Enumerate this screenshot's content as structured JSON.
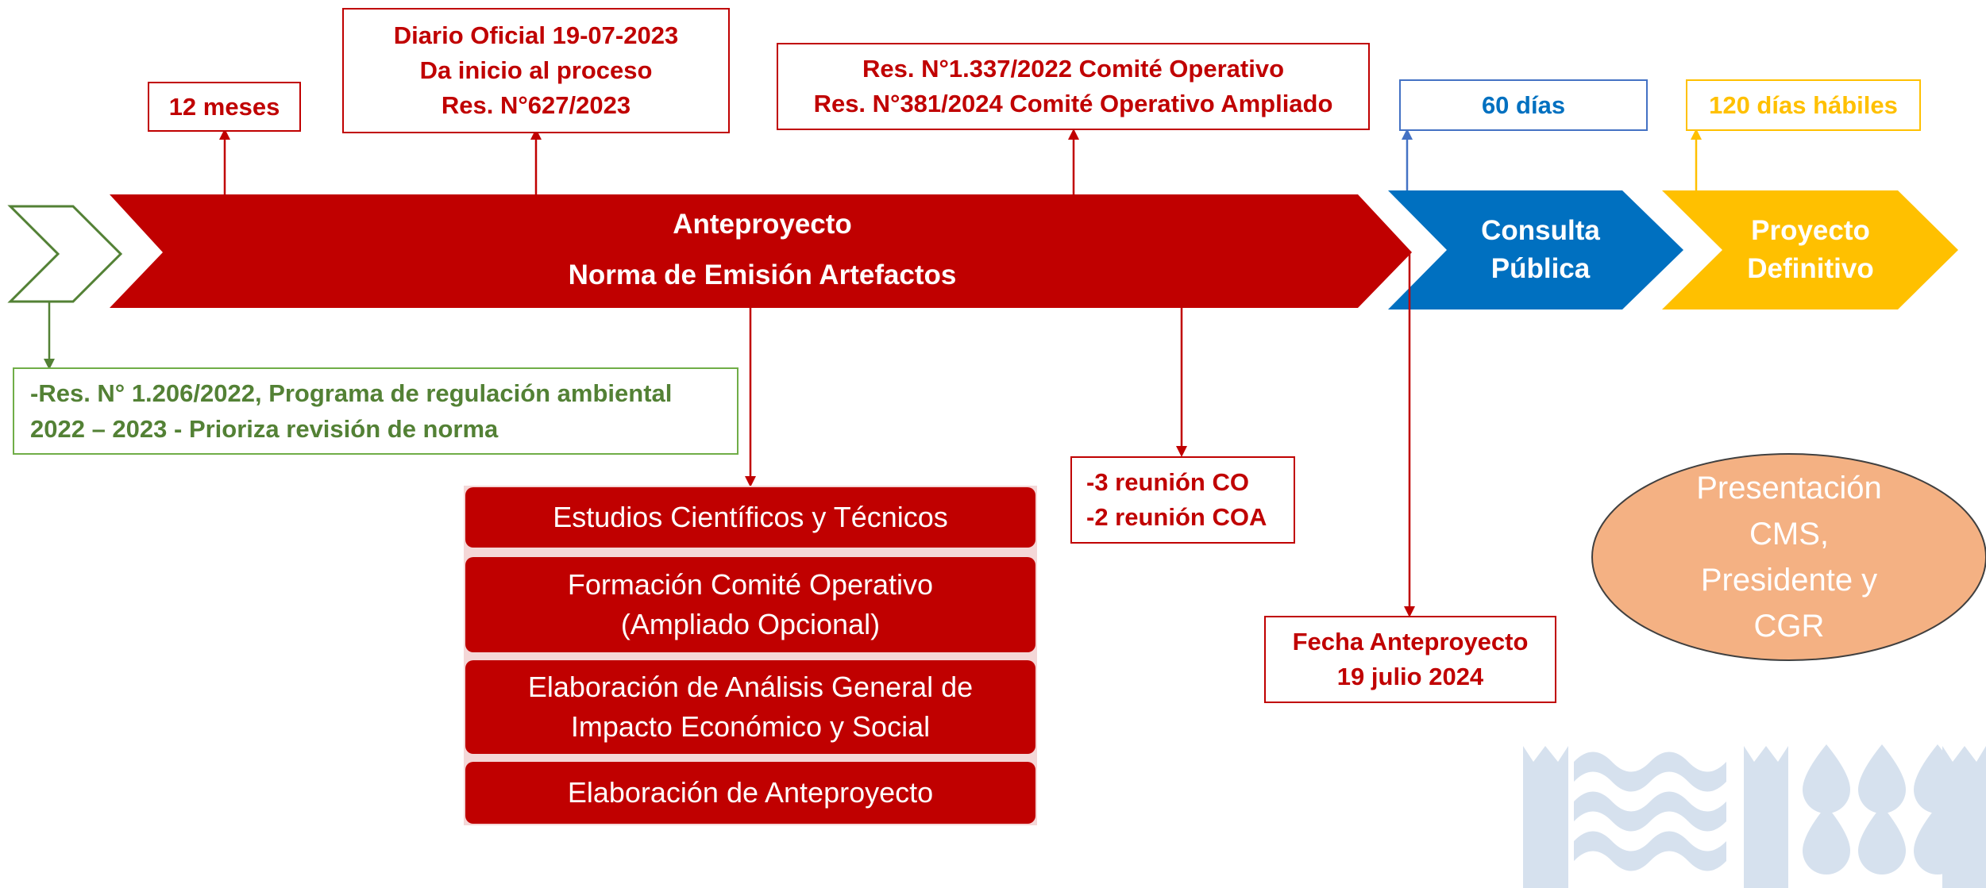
{
  "boxes": {
    "meses": "12 meses",
    "diario": [
      "Diario Oficial 19-07-2023",
      "Da inicio al proceso",
      "Res. N°627/2023"
    ],
    "res_comite": [
      "Res. N°1.337/2022 Comité Operativo",
      "Res. N°381/2024 Comité Operativo Ampliado"
    ],
    "dias60": "60 días",
    "dias120": "120 días hábiles",
    "programa": [
      "-Res. N° 1.206/2022, Programa de regulación ambiental",
      "2022 – 2023 - Prioriza revisión de norma"
    ],
    "reuniones": [
      "-3 reunión CO",
      "-2 reunión COA"
    ],
    "fecha": [
      "Fecha Anteproyecto",
      "19 julio 2024"
    ]
  },
  "bands": {
    "anteproyecto": [
      "Anteproyecto",
      "Norma de Emisión Artefactos"
    ],
    "consulta": [
      "Consulta",
      "Pública"
    ],
    "proyecto": [
      "Proyecto",
      "Definitivo"
    ]
  },
  "stack": [
    [
      "Estudios Científicos y Técnicos"
    ],
    [
      "Formación Comité Operativo",
      "(Ampliado Opcional)"
    ],
    [
      "Elaboración de Análisis General de",
      "Impacto Económico y Social"
    ],
    [
      "Elaboración de Anteproyecto"
    ]
  ],
  "ellipse": [
    "Presentación",
    "CMS,",
    "Presidente y",
    "CGR"
  ],
  "colors": {
    "red": "#c00000",
    "blue": "#0070c0",
    "gold": "#ffc000",
    "green": "#538135",
    "ellipse_fill": "#f4b183",
    "logo": "#d6e1ee"
  }
}
